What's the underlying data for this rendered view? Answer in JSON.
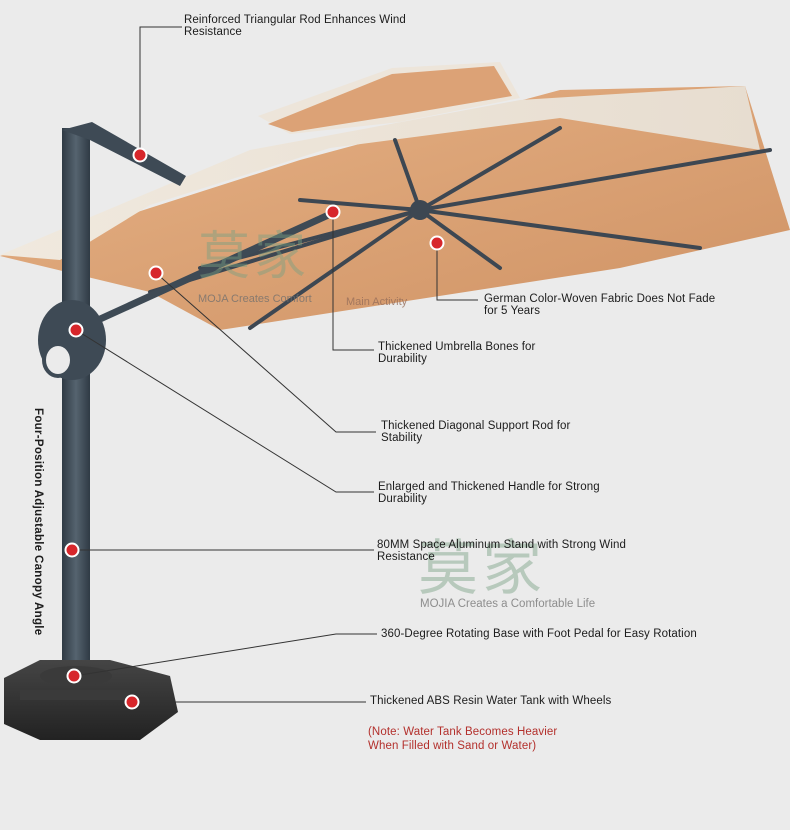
{
  "callouts": {
    "triangular_rod": "Reinforced Triangular Rod Enhances Wind Resistance",
    "fabric": "German Color-Woven Fabric Does Not Fade for 5 Years",
    "bones": "Thickened Umbrella Bones for Durability",
    "diagonal_rod": "Thickened Diagonal Support Rod for Stability",
    "handle": "Enlarged and Thickened Handle for Strong Durability",
    "stand": "80MM Space Aluminum Stand with Strong Wind Resistance",
    "base": "360-Degree Rotating Base with Foot Pedal for Easy Rotation",
    "tank": "Thickened ABS Resin Water Tank with Wheels",
    "tank_note": "(Note: Water Tank Becomes Heavier When Filled with Sand or Water)"
  },
  "side_label": "Four-Position Adjustable Canopy Angle",
  "watermarks": {
    "mark": "莫家",
    "small_caption": "MOJA Creates Comfort",
    "small_extra": "Main Activity",
    "large_caption": "MOJIA Creates a Comfortable Life"
  },
  "colors": {
    "canopy_top": "#ece4d9",
    "canopy_under": "#d9a275",
    "pole": "#3e4a55",
    "tank": "#2f2f2f",
    "marker": "#d7262b",
    "note_text": "#b3302c"
  }
}
